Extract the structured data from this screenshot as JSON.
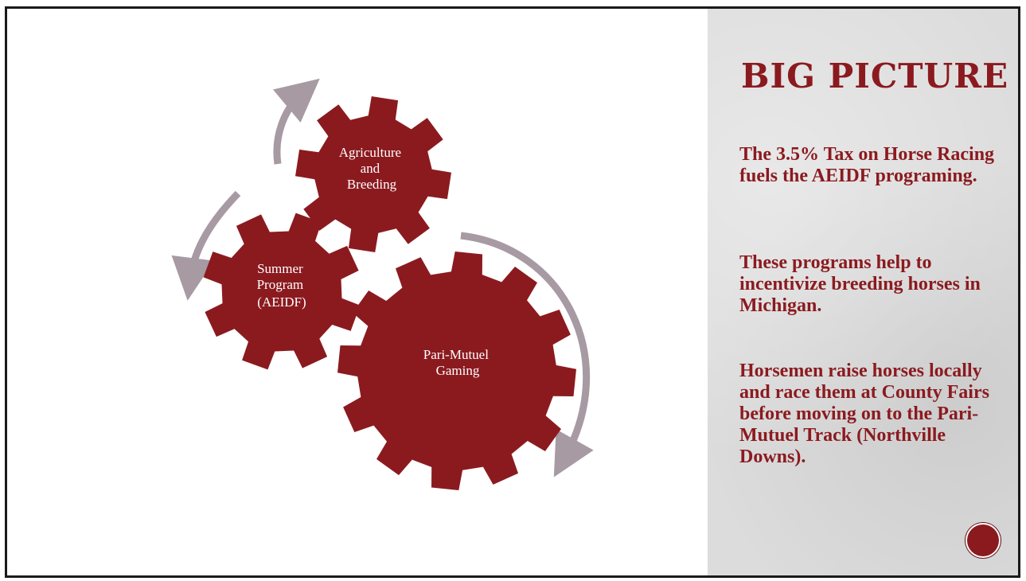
{
  "title": "BIG PICTURE",
  "paragraphs": [
    "The 3.5% Tax on Horse Racing fuels the AEIDF programing.",
    "These programs help to incentivize breeding horses in Michigan.",
    "Horsemen raise horses locally and race them at County Fairs before moving on to the Pari-Mutuel Track (Northville Downs)."
  ],
  "gears": [
    {
      "lines": [
        "Agriculture",
        "and",
        "Breeding"
      ]
    },
    {
      "lines": [
        "Summer",
        "Program",
        "(AEIDF)"
      ]
    },
    {
      "lines": [
        "Pari-Mutuel",
        "Gaming"
      ]
    }
  ],
  "colors": {
    "gear": "#8b1a1f",
    "arrow": "#a79aa3",
    "text": "#8b1a1f",
    "panel": "#dcdcdc"
  }
}
